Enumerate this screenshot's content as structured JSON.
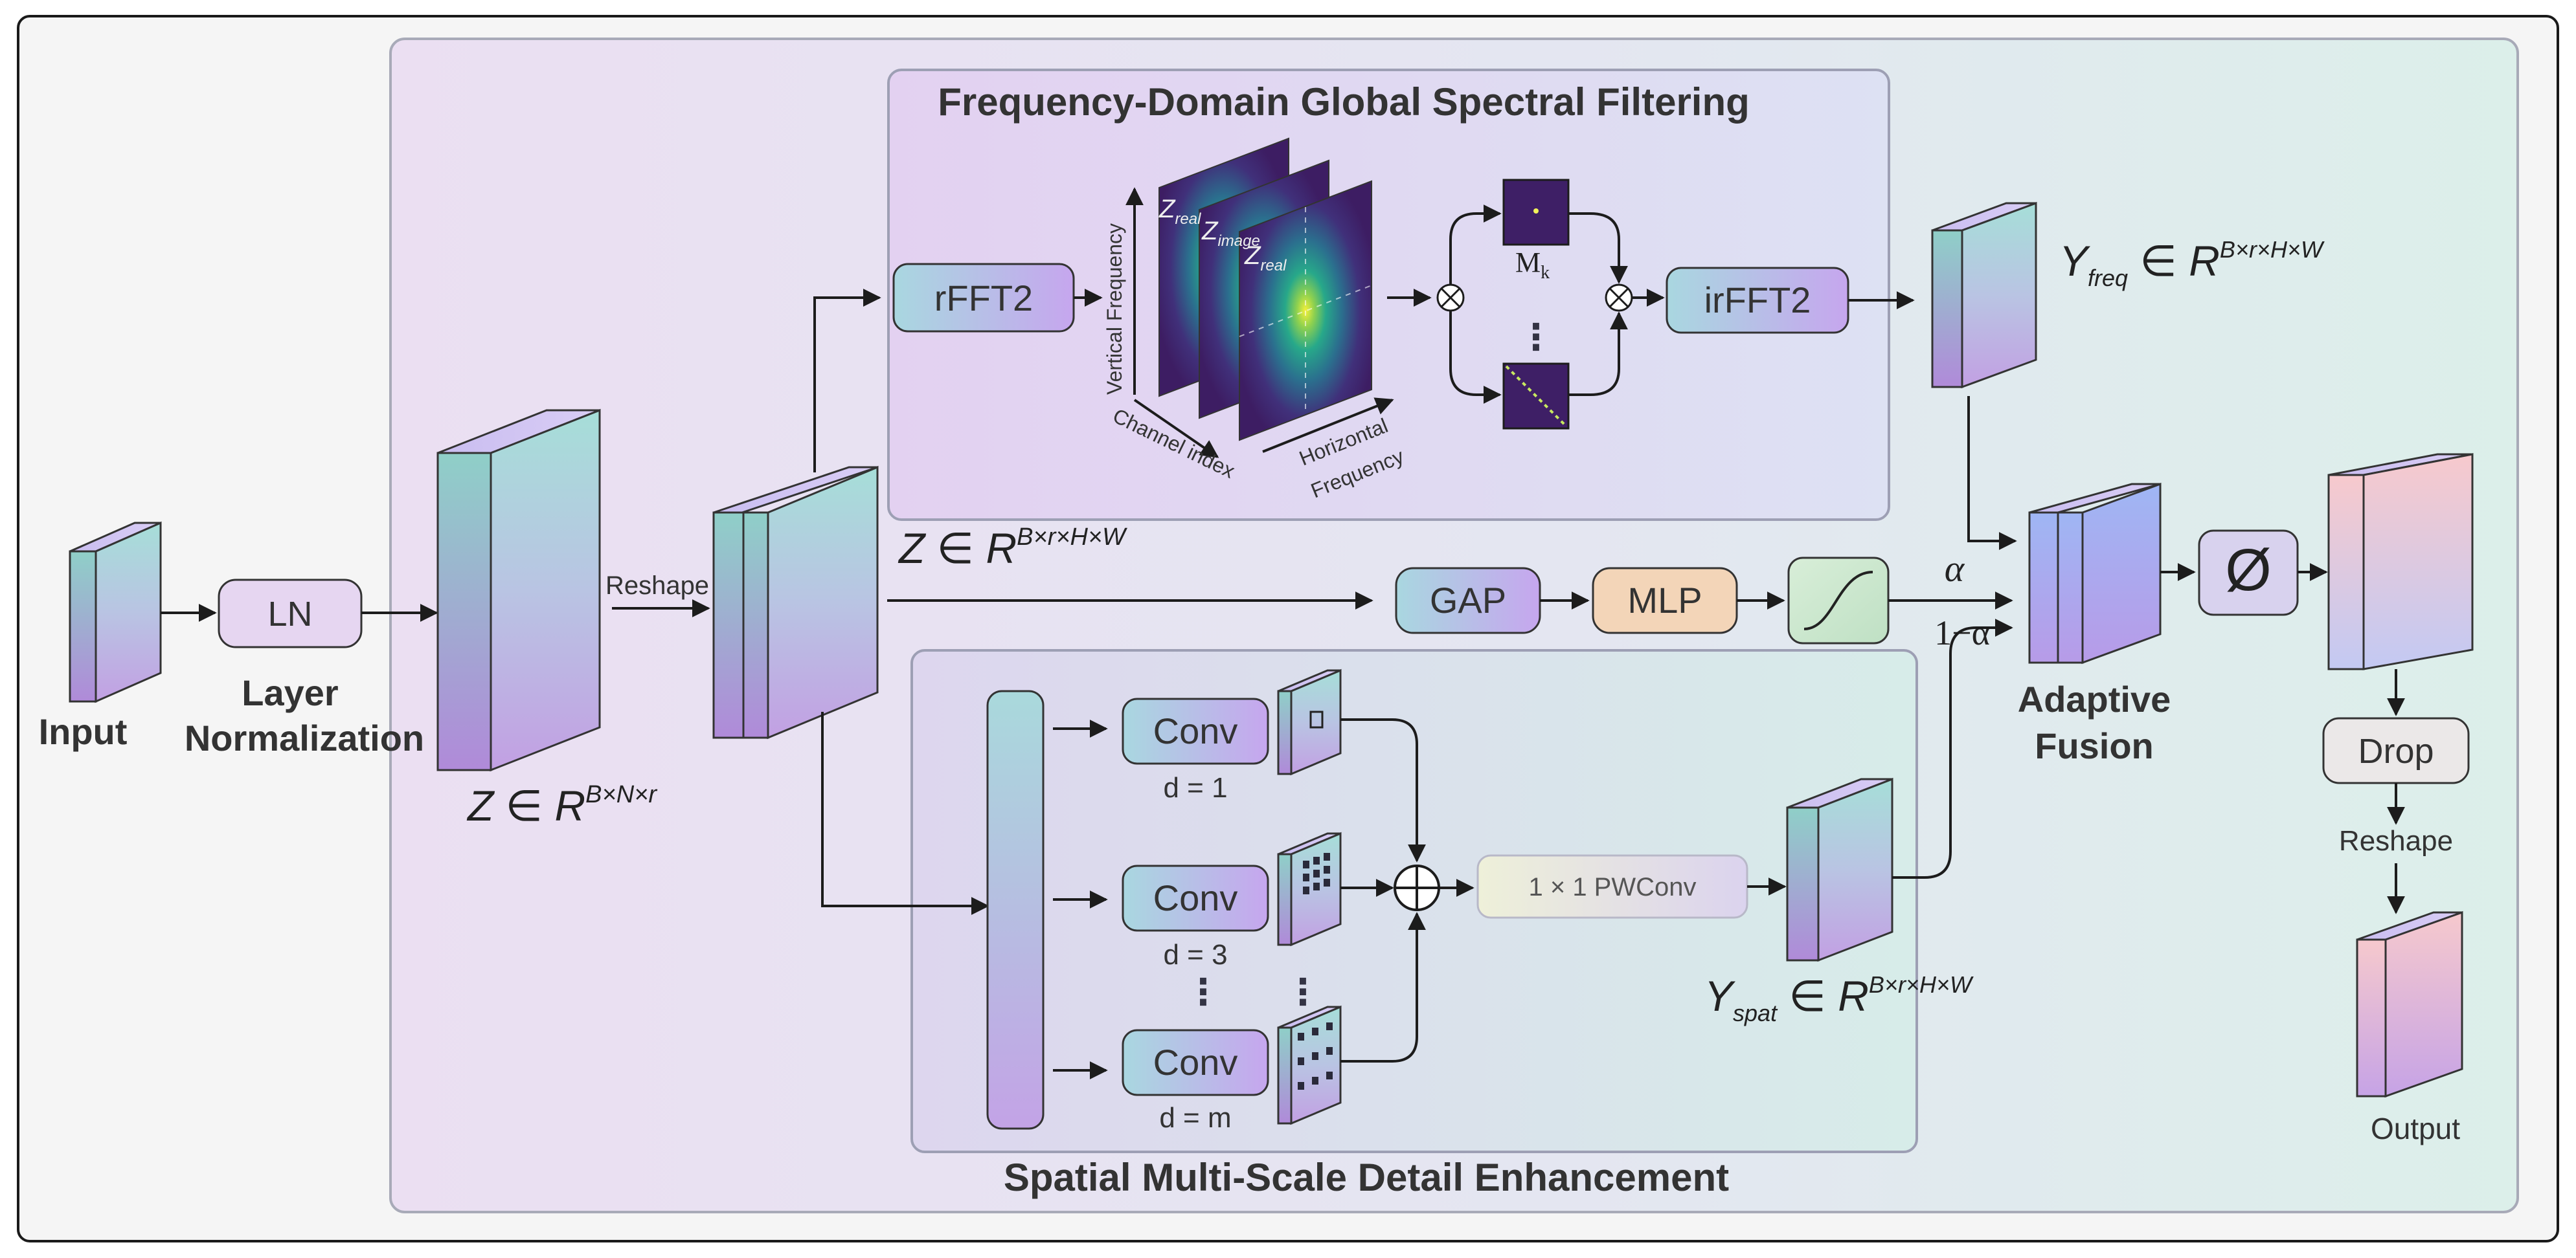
{
  "labels": {
    "input": "Input",
    "ln": "LN",
    "layer_norm_1": "Layer",
    "layer_norm_2": "Normalization",
    "z1_main": "Z ∈ R",
    "z1_sup": "B×N×r",
    "reshape_1": "Reshape",
    "z2_main": "Z ∈ R",
    "z2_sup": "B×r×H×W",
    "freq_title": "Frequency-Domain Global Spectral Filtering",
    "rfft2": "rFFT2",
    "irfft2": "irFFT2",
    "vertical_frequency": "Vertical Frequency",
    "channel_index": "Channel index",
    "horizontal_frequency_1": "Horizontal",
    "horizontal_frequency_2": "Frequency",
    "z_real_1_main": "Z",
    "z_real_1_sub": "real",
    "z_image_main": "Z",
    "z_image_sub": "image",
    "z_real_2_main": "Z",
    "z_real_2_sub": "real",
    "mk_main": "M",
    "mk_sub": "k",
    "otimes": "⊗",
    "vdots": "⋮",
    "yfreq_main": "Y",
    "yfreq_sub": "freq",
    "yfreq_rest": " ∈ R",
    "yfreq_sup": "B×r×H×W",
    "gap": "GAP",
    "mlp": "MLP",
    "alpha": "α",
    "one_minus_alpha": "1−α",
    "adaptive_1": "Adaptive",
    "adaptive_2": "Fusion",
    "phi": "Ø",
    "drop": "Drop",
    "reshape_2": "Reshape",
    "output": "Output",
    "spatial_title": "Spatial Multi-Scale Detail Enhancement",
    "conv_1": "Conv",
    "conv_2": "Conv",
    "conv_3": "Conv",
    "d1": "d = 1",
    "d3": "d = 3",
    "dm": "d = m",
    "oplus": "⊕",
    "pwconv": "1 × 1 PWConv",
    "yspat_main": "Y",
    "yspat_sub": "spat",
    "yspat_rest": " ∈ R",
    "yspat_sup": "B×r×H×W"
  }
}
